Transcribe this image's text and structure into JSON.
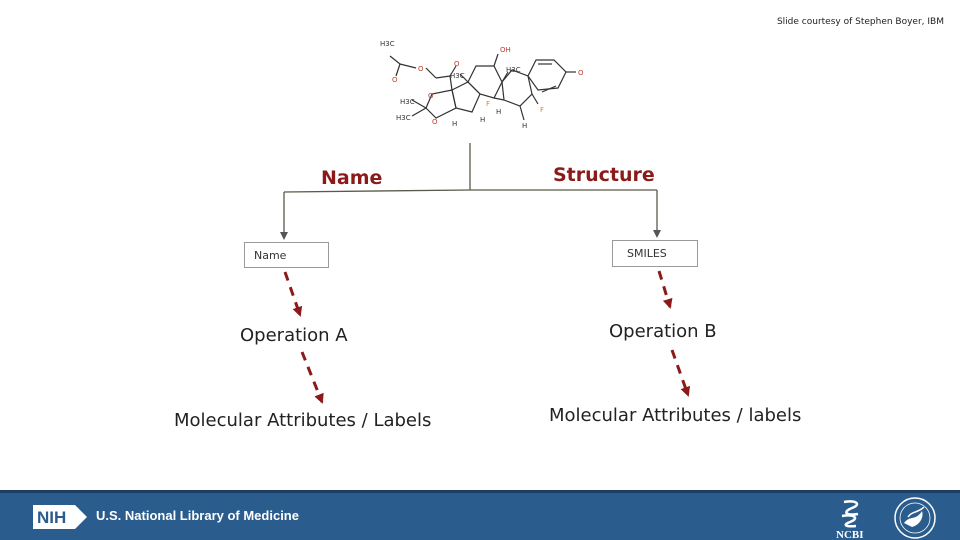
{
  "credit": "Slide courtesy of Stephen Boyer, IBM",
  "molecule": {
    "atoms": {
      "h3c_acetyl": "H3C",
      "oh": "OH",
      "f1": "F",
      "f2": "F",
      "o_keto": "O",
      "o_ester": "O",
      "o_acetal1": "O",
      "o_acetal2": "O",
      "o_ketone": "O",
      "h3c_a": "H3C",
      "h3c_b": "H3C",
      "h3c_c": "H3C",
      "h3c_d": "H3C",
      "h1": "H",
      "h2": "H",
      "h3": "H",
      "h4": "H"
    }
  },
  "branches": {
    "left_label": "Name",
    "right_label": "Structure"
  },
  "nodes": {
    "name_box": "Name",
    "smiles_box": "SMILES",
    "operation_a": "Operation A",
    "operation_b": "Operation B",
    "attributes_a": "Molecular Attributes / Labels",
    "attributes_b": "Molecular Attributes / labels"
  },
  "footer": {
    "nih_logo": "NIH",
    "nlm": "U.S. National Library of Medicine",
    "ncbi": "NCBI"
  },
  "colors": {
    "branch_label": "#8b1a1a",
    "dash_arrow": "#8b1a1a",
    "molecule_red": "#c0392b",
    "molecule_orange": "#e67e22",
    "footer_bg": "#2a5d8e"
  }
}
